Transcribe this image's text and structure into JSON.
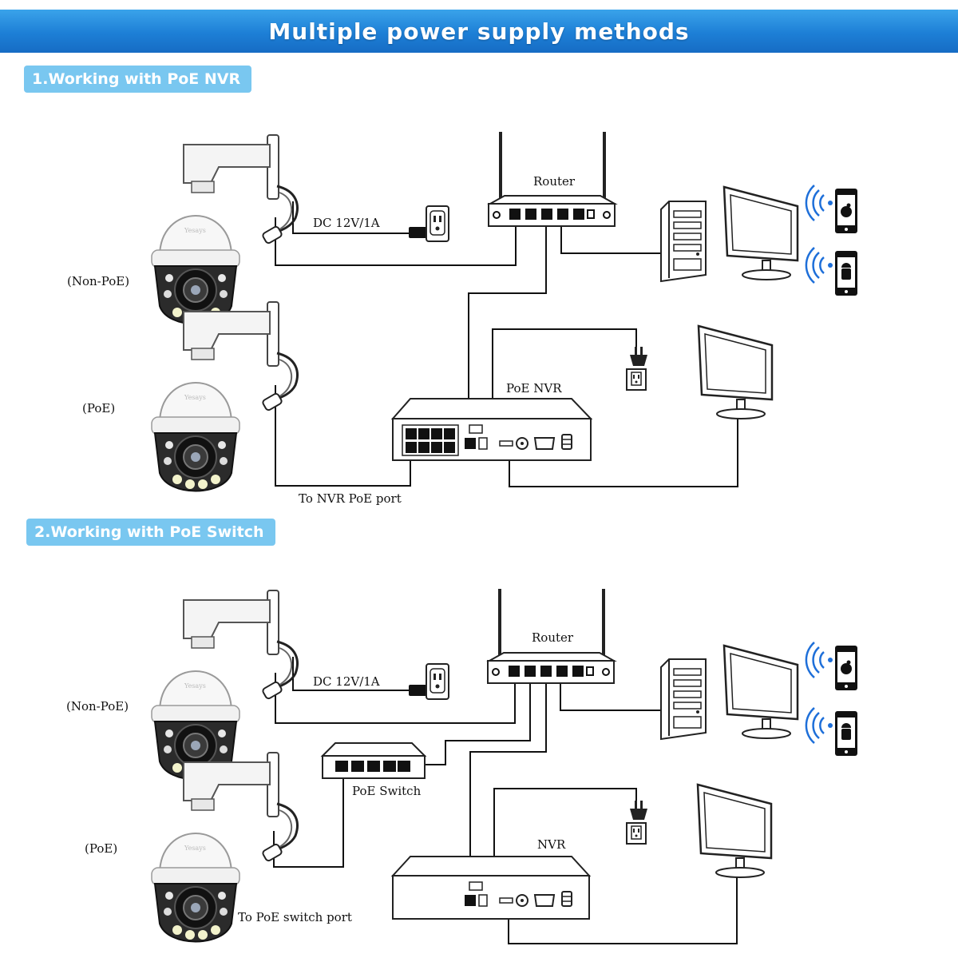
{
  "title": "Multiple power supply methods",
  "sections": [
    {
      "heading": "1.Working with PoE NVR",
      "camera_labels": [
        "(Non-PoE)",
        "(PoE)"
      ],
      "router_label": "Router",
      "dc_label": "DC 12V/1A",
      "nvr_label": "PoE NVR",
      "port_label": "To NVR PoE port"
    },
    {
      "heading": "2.Working with PoE Switch",
      "camera_labels": [
        "(Non-PoE)",
        "(PoE)"
      ],
      "router_label": "Router",
      "dc_label": "DC 12V/1A",
      "switch_label": "PoE Switch",
      "nvr_label": "NVR",
      "port_label": "To PoE switch port"
    }
  ],
  "brand_mark": "Yesays",
  "colors": {
    "banner": "#1d7fd6",
    "section_label": "#79c7f0",
    "wifi": "#1e6fd9",
    "line": "#111111"
  },
  "icons": [
    "ptz-camera-icon",
    "router-icon",
    "power-outlet-icon",
    "dc-adapter-icon",
    "pc-tower-icon",
    "monitor-icon",
    "wifi-signal-icon",
    "apple-phone-icon",
    "android-phone-icon",
    "nvr-icon",
    "poe-switch-icon",
    "power-plug-icon"
  ]
}
